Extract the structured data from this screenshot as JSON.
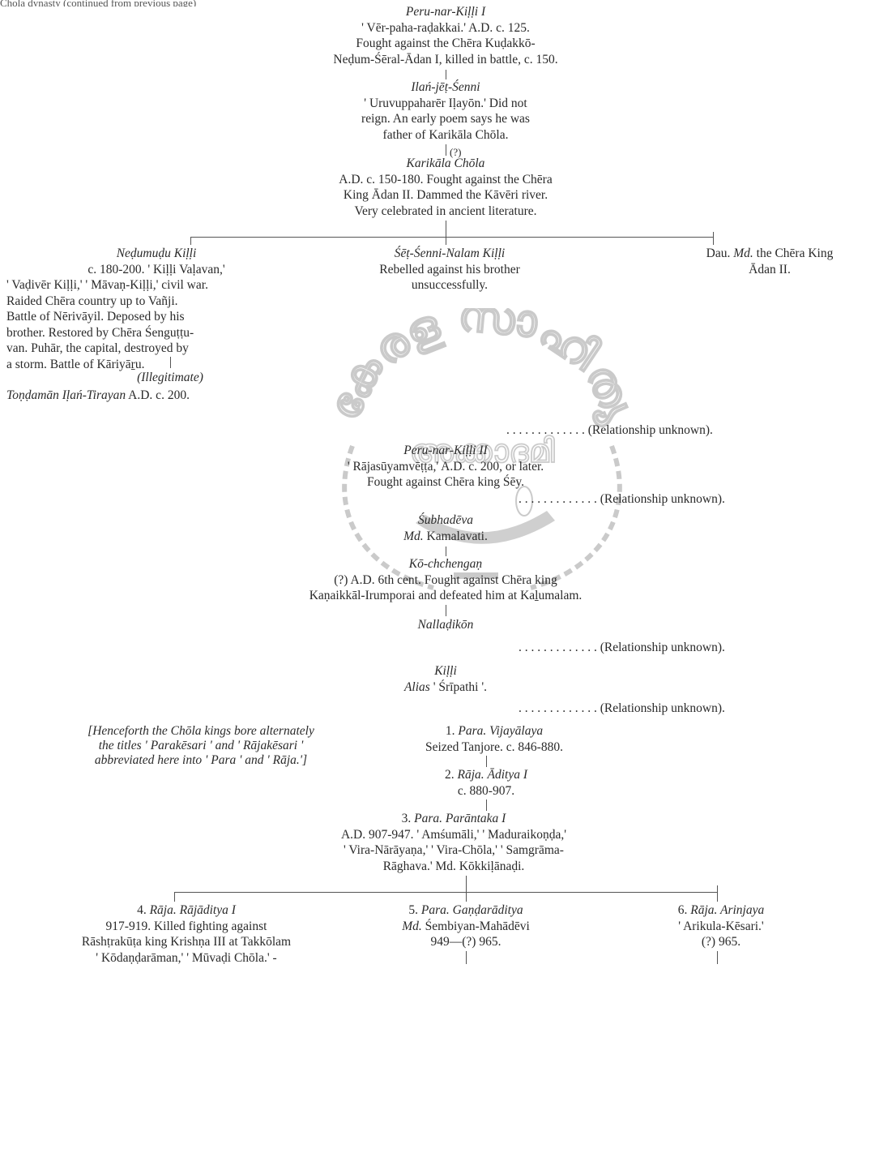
{
  "top_cut": "Chola dynasty (continued from previous page)",
  "watermark": {
    "arc_text": "കേരള സാഹിത്യ",
    "sub_text": "അക്കാദമി"
  },
  "n1": {
    "title": "Peru-nar-Kiḷḷi I",
    "lines": [
      "' Vēr-paha-raḍakkai.'  A.D. c. 125.",
      "Fought against the Chēra Kuḍakkō-",
      "Neḍum-Śēral-Ādan I, killed in battle, c. 150."
    ]
  },
  "n2": {
    "title": "Ilań-jēṭ-Śenni",
    "lines": [
      "' Uruvuppaharēr Iḷayōn.'   Did not",
      "reign.  An early poem says he was",
      "father of Karikāla Chōla."
    ]
  },
  "q1": "(?)",
  "n3": {
    "title": "Karikāla Chōla",
    "lines": [
      "A.D. c. 150-180.  Fought against the Chēra",
      "King Ādan II.  Dammed the Kāvēri river.",
      "Very celebrated in ancient literature."
    ]
  },
  "n4": {
    "title": "Neḍumuḍu Kiḷḷi",
    "lines": [
      "c. 180-200.   ' Kiḷḷi Vaḷavan,'",
      "' Vaḍivēr Kiḷḷi,' ' Māvaṇ-Kiḷḷi,' civil war.",
      "Raided Chēra country up to Vañji.",
      "Battle of Nērivāyil. Deposed by his",
      "brother. Restored by Chēra Śenguṭṭu-",
      "van.  Puhār, the capital, destroyed by",
      "a storm.  Battle of Kāriyāṟu."
    ]
  },
  "n5": {
    "title": "Śēṭ-Śenni-Nalam Kiḷḷi",
    "lines": [
      "Rebelled against his brother",
      "unsuccessfully."
    ]
  },
  "n6": {
    "prefix": "Dau.",
    "md": "Md.",
    "lines": [
      "the Chēra King",
      "Ādan II."
    ]
  },
  "n7": {
    "label": "(Illegitimate)",
    "name": "Toṇḍamān Iḷań-Tirayan",
    "date": "A.D. c. 200."
  },
  "rel": "(Relationship unknown).",
  "n8": {
    "title": "Peru-nar-Kiḷḷi II",
    "lines": [
      "' Rājasūyamvēṭṭa,' A.D. c. 200, or later.",
      "Fought against Chēra king Śēy."
    ]
  },
  "n9": {
    "title": "Śubhadēva",
    "md": "Md.",
    "wife": "Kamalavati."
  },
  "n10": {
    "title": "Kō-chchengaṇ",
    "lines": [
      "(?) A.D. 6th cent.   Fought against Chēra king",
      "Kaṇaikkāl-Irumporai and defeated him at Kaḻumalam."
    ]
  },
  "n11": {
    "title": "Nallaḍikōn"
  },
  "n12": {
    "title": "Kiḷḷi",
    "alias_label": "Alias",
    "alias": "' Śrīpathi '."
  },
  "note": [
    "[Henceforth the Chōla kings bore alternately",
    "the titles ' Parakēsari ' and ' Rājakēsari '",
    "abbreviated here into ' Para ' and ' Rāja.']"
  ],
  "k1": {
    "num": "1.",
    "title": "Para. Vijayālaya",
    "lines": [
      "Seized Tanjore.  c. 846-880."
    ]
  },
  "k2": {
    "num": "2.",
    "title": "Rāja. Āditya I",
    "lines": [
      "c. 880-907."
    ]
  },
  "k3": {
    "num": "3.",
    "title": "Para. Parāntaka I",
    "lines": [
      "A.D. 907-947.   ' Amśumāli,' ' Maduraikoṇḍa,'",
      "' Vira-Nārāyaṇa,' ' Vira-Chōla,' ' Samgrāma-",
      "Rāghava.'   Md. Kōkkiḷānaḍi."
    ]
  },
  "k4": {
    "num": "4.",
    "title": "Rāja. Rājāditya I",
    "lines": [
      "917-919.   Killed fighting against",
      "Rāshṭrakūṭa king Krishṇa III at Takkōlam",
      "' Kōdaṇḍarāman,' ' Mūvaḍi Chōla.' -"
    ]
  },
  "k5": {
    "num": "5.",
    "title": "Para. Gaṇḍarāditya",
    "md": "Md.",
    "lines": [
      "Śembiyan-Mahādēvi",
      "949—(?) 965."
    ]
  },
  "k6": {
    "num": "6.",
    "title": "Rāja. Arinjaya",
    "lines": [
      "' Arikula-Kēsari.'",
      "(?) 965."
    ]
  }
}
